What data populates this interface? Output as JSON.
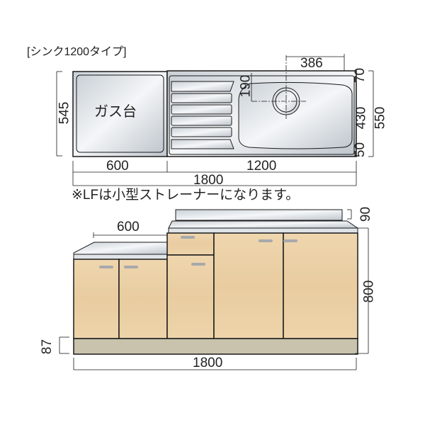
{
  "title": "[シンク1200タイプ]",
  "top_view": {
    "gas_label": "ガス台",
    "dims": {
      "gas_width": "600",
      "sink_width": "1200",
      "total_width": "1800",
      "gas_depth": "545",
      "total_depth": "550",
      "drain_offset_x": "386",
      "drain_offset_y": "190",
      "back_margin": "70",
      "bowl_depth": "430",
      "front_margin": "50"
    }
  },
  "note": "※LFは小型ストレーナーになります。",
  "front_view": {
    "dims": {
      "gas_width": "600",
      "backsplash_height": "90",
      "height": "800",
      "plinth_height": "87",
      "total_width": "1800"
    }
  },
  "colors": {
    "wood": "#ecd2a8",
    "plinth": "#c9c3ad",
    "steel": "#d5dbe0",
    "line": "#1a1a1a"
  }
}
